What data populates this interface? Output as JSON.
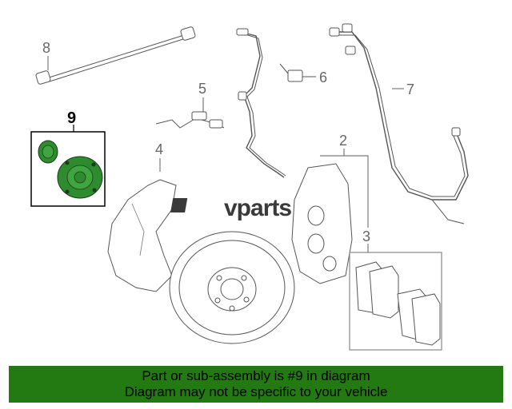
{
  "callouts": {
    "c1": "2",
    "c2": "3",
    "c3": "4",
    "c4": "5",
    "c5": "6",
    "c6": "7",
    "c7": "8",
    "c8": "9"
  },
  "watermark": "vparts",
  "banner": {
    "line1": "Part or sub-assembly is #9 in diagram",
    "line2": "Diagram may not be specific to your vehicle",
    "background": "#237a13"
  },
  "colors": {
    "highlight_part": "#2e8b2e",
    "highlight_box": "#000000",
    "line": "#7a7a7a"
  }
}
